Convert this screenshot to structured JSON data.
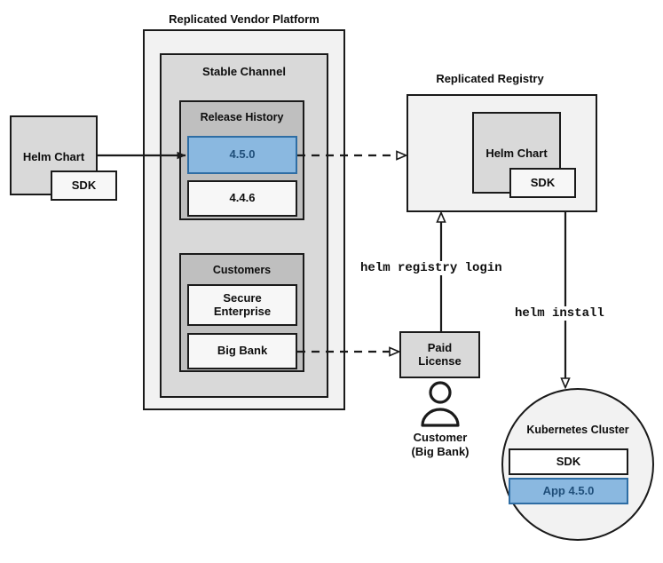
{
  "diagram": {
    "title": "Replicated Vendor Platform helm distribution flow",
    "colors": {
      "accent_blue_fill": "#8ab8e0",
      "accent_blue_border": "#2e6da4",
      "accent_blue_text": "#1f4e79",
      "stroke": "#1a1a1a",
      "shade_lightest": "#f2f2f2",
      "shade_light": "#d9d9d9",
      "shade_mid": "#cccccc",
      "shade_dark": "#bfbfbf"
    }
  },
  "source_chart": {
    "main_label": "Helm Chart",
    "sub_label": "SDK"
  },
  "vendor_platform": {
    "title": "Replicated Vendor Platform",
    "channel": {
      "title": "Stable Channel",
      "release_history": {
        "title": "Release History",
        "releases": [
          {
            "version": "4.5.0",
            "highlighted": true
          },
          {
            "version": "4.4.6",
            "highlighted": false
          }
        ]
      },
      "customers": {
        "title": "Customers",
        "entries": [
          {
            "name": "Secure Enterprise"
          },
          {
            "name": "Big Bank"
          }
        ]
      }
    }
  },
  "registry": {
    "title": "Replicated Registry",
    "chart": {
      "main_label": "Helm Chart",
      "sub_label": "SDK"
    }
  },
  "license": {
    "label": "Paid License",
    "actor_icon": "person-icon",
    "actor_label_line1": "Customer",
    "actor_label_line2": "(Big Bank)"
  },
  "commands": {
    "registry_login": "helm registry login",
    "install": "helm install"
  },
  "cluster": {
    "title": "Kubernetes Cluster",
    "components": [
      {
        "label": "SDK",
        "highlighted": false
      },
      {
        "label": "App 4.5.0",
        "highlighted": true
      }
    ]
  }
}
